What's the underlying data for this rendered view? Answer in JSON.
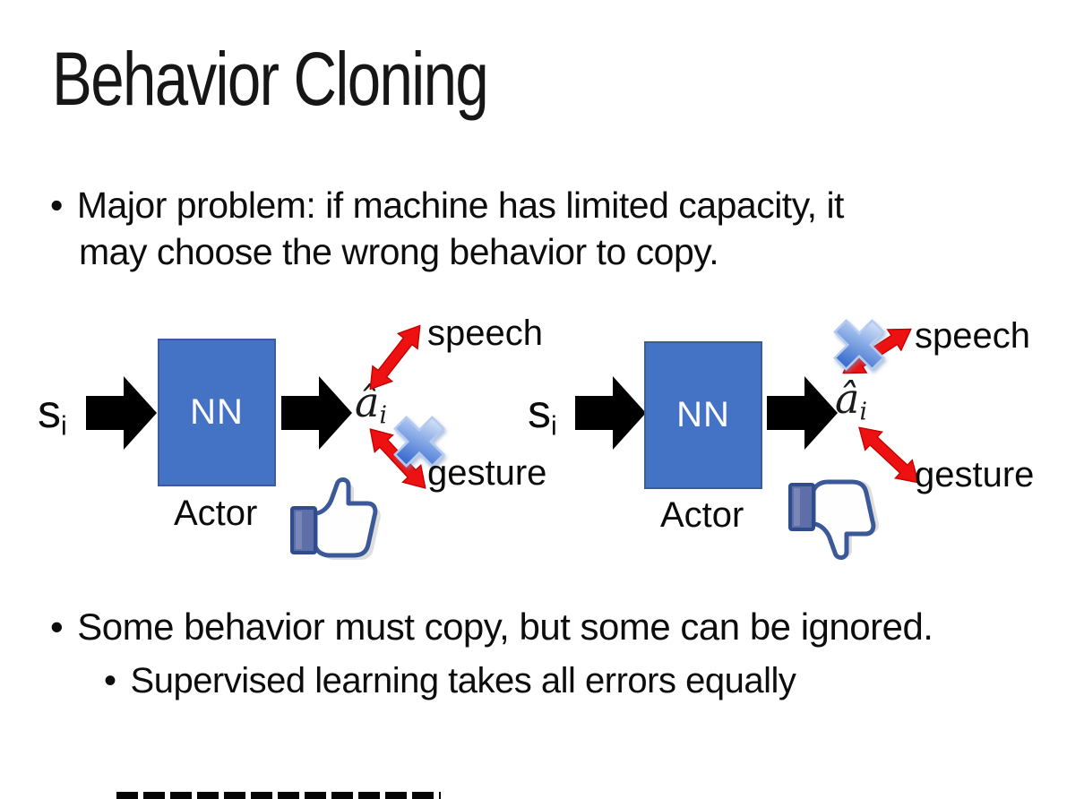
{
  "slide": {
    "title": "Behavior Cloning",
    "bullets": {
      "marker": "•",
      "b1_line1": "Major problem: if machine has limited capacity, it",
      "b1_line2": "may choose the wrong behavior to copy.",
      "b2": "Some behavior must copy, but some can be ignored.",
      "b2_sub": "Supervised learning takes all errors equally"
    }
  },
  "diagram_left": {
    "input_label": {
      "base": "s",
      "sub": "i"
    },
    "nn_label": "NN",
    "output_label": {
      "base": "â",
      "sub": "i"
    },
    "actor_label": "Actor",
    "speech_label": "speech",
    "gesture_label": "gesture",
    "rejected_action": "gesture",
    "feedback_icon": "thumbs-up"
  },
  "diagram_right": {
    "input_label": {
      "base": "s",
      "sub": "i"
    },
    "nn_label": "NN",
    "output_label": {
      "base": "â",
      "sub": "i"
    },
    "actor_label": "Actor",
    "speech_label": "speech",
    "gesture_label": "gesture",
    "rejected_action": "speech",
    "feedback_icon": "thumbs-down"
  },
  "icons": {
    "cross": "blue-x-reject-icon",
    "thumbs_up": "thumbs-up-icon",
    "thumbs_down": "thumbs-down-icon",
    "block_arrow": "right-block-arrow-icon",
    "double_arrow": "red-double-arrow-icon"
  },
  "colors": {
    "background": "#FFFFFF",
    "text": "#111111",
    "nn_box_fill": "#4472C4",
    "nn_text": "#FFFFFF",
    "block_arrow": "#000000",
    "double_arrow_red": "#EE1111",
    "double_arrow_edge": "#C40000",
    "cross_blue_light": "#EAF2FC",
    "cross_blue_mid": "#8FB0E8",
    "cross_blue_dark": "#3E70D0",
    "thumb_outline": "#3B5998",
    "thumb_cuff": "#5E6EA8",
    "thumb_hand": "#FEFEFE"
  }
}
